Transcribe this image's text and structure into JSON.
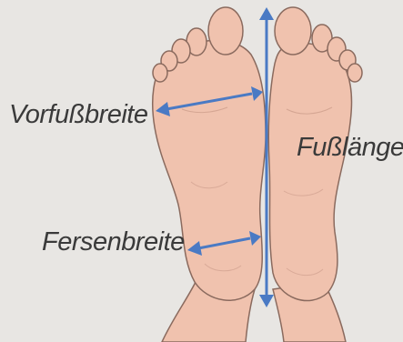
{
  "labels": {
    "forefoot_width": "Vorfußbreite",
    "foot_length": "Fußlänge",
    "heel_width": "Fersenbreite"
  },
  "colors": {
    "background": "#e8e6e3",
    "skin": "#f0c2ae",
    "skin_outline": "#8a6a5e",
    "arrow": "#4a7ac4",
    "label_text": "#3a3a3a"
  }
}
